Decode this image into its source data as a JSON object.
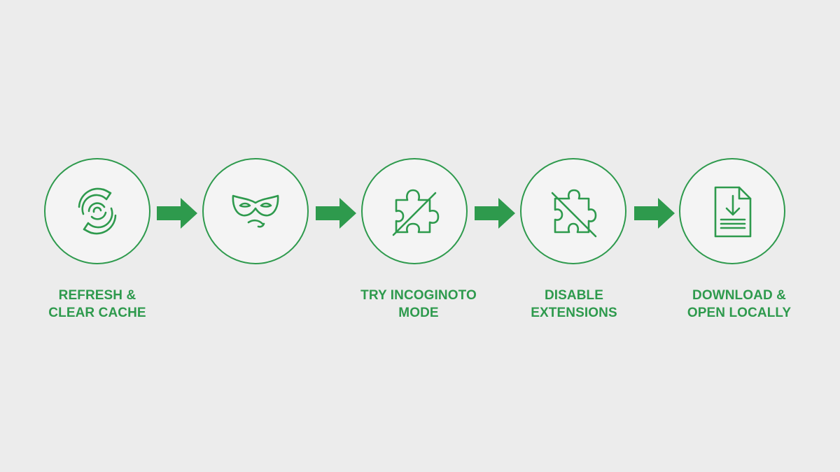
{
  "colors": {
    "accent": "#2e9a4d",
    "background": "#ececec",
    "circle_fill": "#f4f4f4"
  },
  "steps": [
    {
      "icon": "refresh-swirl-icon",
      "label_lines": [
        "REFRESH &",
        "CLEAR CACHE"
      ]
    },
    {
      "icon": "incognito-mask-icon",
      "label_lines": []
    },
    {
      "icon": "puzzle-piece-slashed-icon",
      "label_lines": [
        "TRY INCOGINOTO",
        "MODE"
      ]
    },
    {
      "icon": "puzzle-piece-disabled-icon",
      "label_lines": [
        "DISABLE",
        "EXTENSIONS"
      ]
    },
    {
      "icon": "download-document-icon",
      "label_lines": [
        "DOWNLOAD &",
        "OPEN LOCALLY"
      ]
    }
  ],
  "connectors": [
    {
      "icon": "right-arrow-icon"
    },
    {
      "icon": "right-arrow-icon"
    },
    {
      "icon": "right-arrow-icon"
    },
    {
      "icon": "right-arrow-icon"
    }
  ]
}
